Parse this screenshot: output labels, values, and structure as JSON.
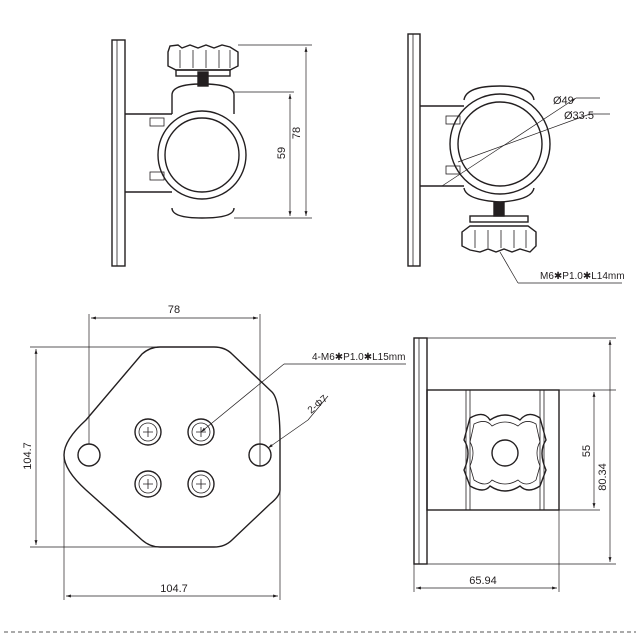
{
  "views": {
    "side_left": {
      "dim_total_height": "78",
      "dim_ring_height": "59"
    },
    "side_right": {
      "dim_outer_diameter": "Ø49",
      "dim_inner_diameter": "Ø33.5",
      "screw_spec": "M6✱P1.0✱L14mm"
    },
    "front": {
      "dim_hole_spacing": "78",
      "dim_width": "104.7",
      "dim_height": "104.7",
      "screw_spec": "4-M6✱P1.0✱L15mm",
      "hole_spec": "2-Φ7"
    },
    "back": {
      "dim_inner_height": "55",
      "dim_outer_height": "80.34",
      "dim_depth": "65.94"
    }
  }
}
